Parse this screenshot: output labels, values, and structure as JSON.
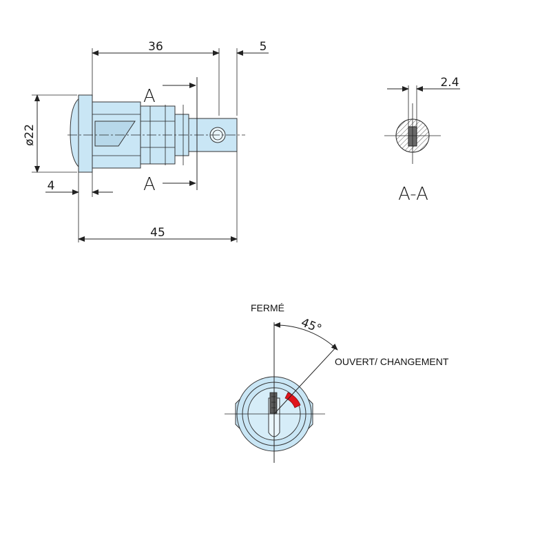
{
  "side_view": {
    "dim_length_top": "36",
    "dim_shaft_end": "5",
    "dim_diameter": "ø22",
    "dim_flange": "4",
    "dim_total_length": "45",
    "section_mark_top": "A",
    "section_mark_bottom": "A"
  },
  "section_view": {
    "dim_slot": "2.4",
    "title": "A-A"
  },
  "front_view": {
    "label_closed": "FERMÉ",
    "label_open": "OUVERT/ CHANGEMENT",
    "angle": "45°"
  },
  "colors": {
    "body_fill": "#c9e6f5",
    "marker": "#e0141b",
    "line": "#222222",
    "hatch": "#555555"
  }
}
